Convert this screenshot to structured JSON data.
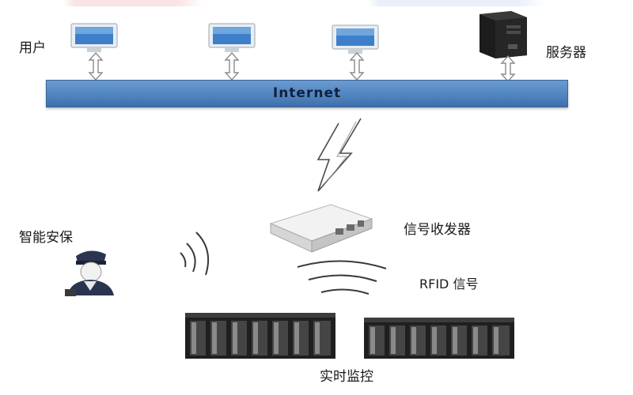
{
  "diagram": {
    "internet_label": "Internet",
    "user_label": "用户",
    "server_label": "服务器",
    "security_label": "智能安保",
    "transceiver_label": "信号收发器",
    "rfid_label": "RFID 信号",
    "monitor_label": "实时监控"
  },
  "colors": {
    "internet_bar": "#5b8ecb",
    "device_dark": "#2a2a2a",
    "screen_blue": "#3d7fc9"
  },
  "icons": [
    "computer-icon",
    "server-tower-icon",
    "bidirectional-arrow-icon",
    "lightning-signal-icon",
    "transceiver-icon",
    "security-guard-icon",
    "wireless-wave-icon",
    "server-rack-icon"
  ]
}
